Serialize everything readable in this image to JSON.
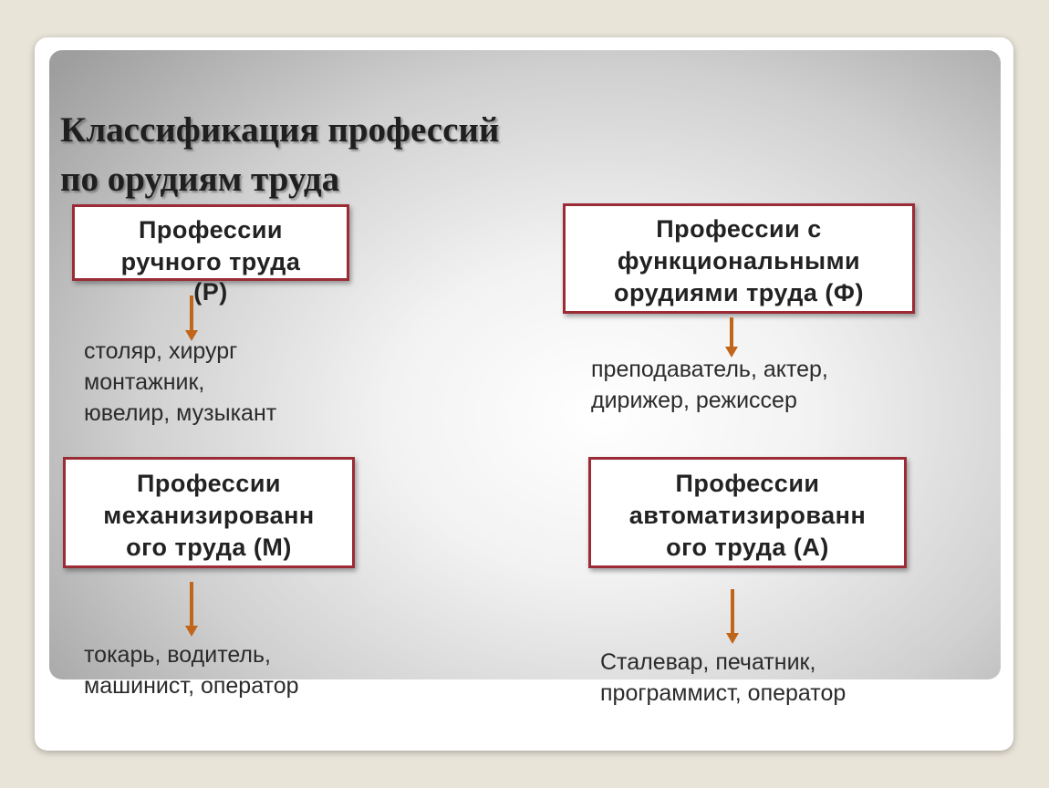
{
  "title": {
    "line1": "Классификация профессий",
    "line2": "по орудиям труда"
  },
  "categories": [
    {
      "id": "r",
      "box_lines": [
        "Профессии",
        "ручного труда",
        "(Р)"
      ],
      "examples": [
        "столяр, хирург",
        "монтажник,",
        "ювелир, музыкант"
      ]
    },
    {
      "id": "f",
      "box_lines": [
        "Профессии с",
        "функциональными",
        "орудиями труда (Ф)"
      ],
      "examples": [
        "преподаватель, актер,",
        "дирижер, режиссер"
      ]
    },
    {
      "id": "m",
      "box_lines": [
        "Профессии",
        "механизированн",
        "ого труда (М)"
      ],
      "examples": [
        "токарь, водитель,",
        "машинист, оператор"
      ]
    },
    {
      "id": "a",
      "box_lines": [
        "Профессии",
        "автоматизированн",
        "ого труда (А)"
      ],
      "examples": [
        "Сталевар, печатник,",
        "программист, оператор"
      ]
    }
  ],
  "colors": {
    "box_border": "#9b2c35",
    "arrow": "#c0651a"
  }
}
